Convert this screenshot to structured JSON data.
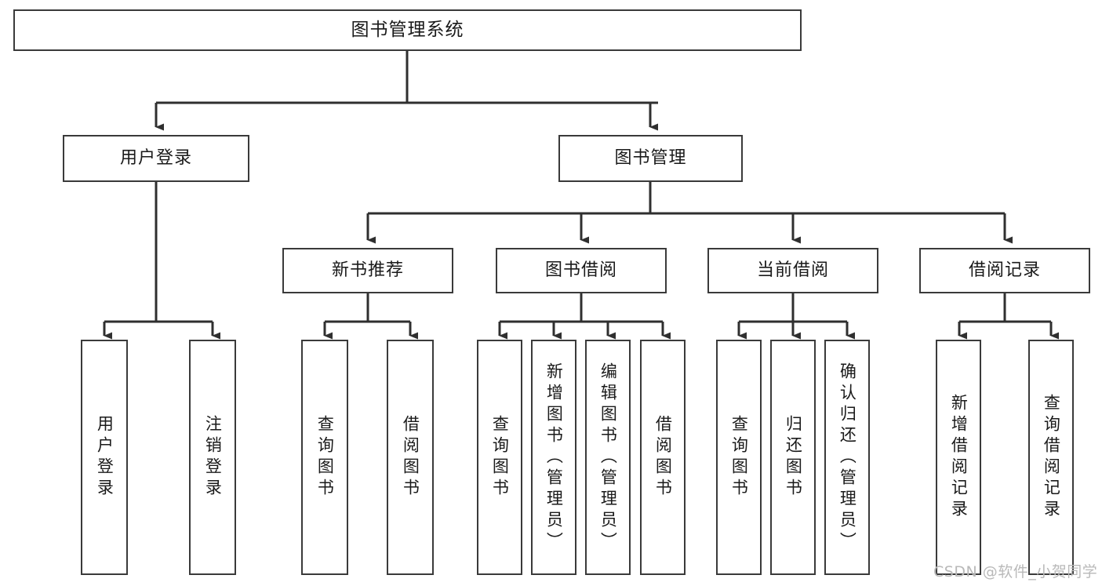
{
  "diagram": {
    "title": "图书管理系统",
    "type": "tree-hierarchy",
    "watermark": "CSDN @软件_小贺同学",
    "colors": {
      "background": "#ffffff",
      "border": "#3a3a3a",
      "text": "#1a1a1a",
      "edge": "#2f2f2f",
      "watermark": "#b9b9b9"
    },
    "nodes": {
      "root": {
        "label": "图书管理系统",
        "orientation": "horizontal"
      },
      "level2": [
        {
          "label": "用户登录",
          "orientation": "horizontal"
        },
        {
          "label": "图书管理",
          "orientation": "horizontal"
        }
      ],
      "level3": [
        {
          "label": "新书推荐",
          "orientation": "horizontal"
        },
        {
          "label": "图书借阅",
          "orientation": "horizontal"
        },
        {
          "label": "当前借阅",
          "orientation": "horizontal"
        },
        {
          "label": "借阅记录",
          "orientation": "horizontal"
        }
      ],
      "leaves": {
        "user_login": [
          {
            "label": "用户登录",
            "orientation": "vertical"
          },
          {
            "label": "注销登录",
            "orientation": "vertical"
          }
        ],
        "new_book_recommend": [
          {
            "label": "查询图书",
            "orientation": "vertical"
          },
          {
            "label": "借阅图书",
            "orientation": "vertical"
          }
        ],
        "book_borrow": [
          {
            "label": "查询图书",
            "orientation": "vertical"
          },
          {
            "label": "新增图书（管理员）",
            "orientation": "vertical"
          },
          {
            "label": "编辑图书（管理员）",
            "orientation": "vertical"
          },
          {
            "label": "借阅图书",
            "orientation": "vertical"
          }
        ],
        "current_borrow": [
          {
            "label": "查询图书",
            "orientation": "vertical"
          },
          {
            "label": "归还图书",
            "orientation": "vertical"
          },
          {
            "label": "确认归还（管理员）",
            "orientation": "vertical"
          }
        ],
        "borrow_record": [
          {
            "label": "新增借阅记录",
            "orientation": "vertical"
          },
          {
            "label": "查询借阅记录",
            "orientation": "vertical"
          }
        ]
      }
    },
    "edges": [
      {
        "from": "图书管理系统",
        "to": "用户登录"
      },
      {
        "from": "图书管理系统",
        "to": "图书管理"
      },
      {
        "from": "图书管理",
        "to": "新书推荐"
      },
      {
        "from": "图书管理",
        "to": "图书借阅"
      },
      {
        "from": "图书管理",
        "to": "当前借阅"
      },
      {
        "from": "图书管理",
        "to": "借阅记录"
      },
      {
        "from": "用户登录",
        "to": "用户登录(叶)"
      },
      {
        "from": "用户登录",
        "to": "注销登录"
      },
      {
        "from": "新书推荐",
        "to": "查询图书"
      },
      {
        "from": "新书推荐",
        "to": "借阅图书"
      },
      {
        "from": "图书借阅",
        "to": "查询图书"
      },
      {
        "from": "图书借阅",
        "to": "新增图书（管理员）"
      },
      {
        "from": "图书借阅",
        "to": "编辑图书（管理员）"
      },
      {
        "from": "图书借阅",
        "to": "借阅图书"
      },
      {
        "from": "当前借阅",
        "to": "查询图书"
      },
      {
        "from": "当前借阅",
        "to": "归还图书"
      },
      {
        "from": "当前借阅",
        "to": "确认归还（管理员）"
      },
      {
        "from": "借阅记录",
        "to": "新增借阅记录"
      },
      {
        "from": "借阅记录",
        "to": "查询借阅记录"
      }
    ]
  }
}
